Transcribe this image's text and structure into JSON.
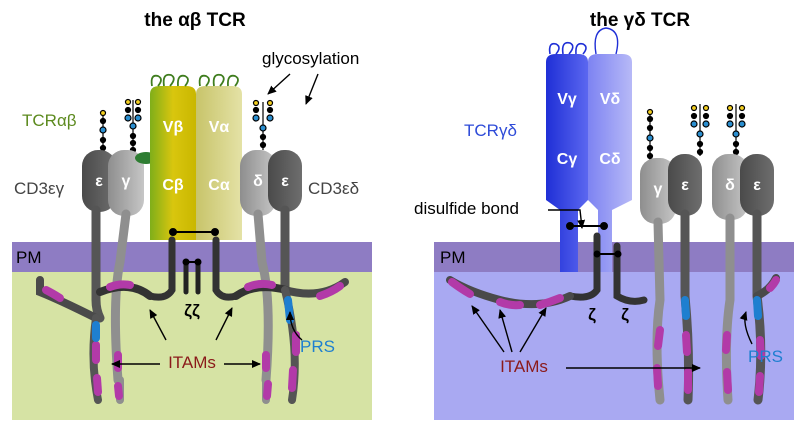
{
  "left_panel": {
    "title": "the αβ TCR",
    "tcr_label": "TCRαβ",
    "cd3_left_label": "CD3εγ",
    "cd3_right_label": "CD3εδ",
    "glyco_label": "glycosylation",
    "pm_label": "PM",
    "zeta_label": "ζζ",
    "itams_label": "ITAMs",
    "prs_label": "PRS",
    "chains": {
      "eps_left": "ε",
      "gamma": "γ",
      "v_beta": "Vβ",
      "c_beta": "Cβ",
      "v_alpha": "Vα",
      "c_alpha": "Cα",
      "delta": "δ",
      "eps_right": "ε"
    }
  },
  "right_panel": {
    "title": "the γδ TCR",
    "tcr_label": "TCRγδ",
    "disulfide_label": "disulfide bond",
    "pm_label": "PM",
    "zeta1": "ζ",
    "zeta2": "ζ",
    "itams_label": "ITAMs",
    "prs_label": "PRS",
    "chains": {
      "v_gamma": "Vγ",
      "c_gamma": "Cγ",
      "v_delta": "Vδ",
      "c_delta": "Cδ",
      "gamma": "γ",
      "eps1": "ε",
      "delta": "δ",
      "eps2": "ε"
    }
  },
  "colors": {
    "membrane": "#8E7CC3",
    "left_cytoplasm": "#D6E3A4",
    "right_cytoplasm": "#A9A9F2",
    "tcr_ab_label": "#5C8A1E",
    "tcr_gd_label": "#2E4BD8",
    "itam": "#B23AA8",
    "prs": "#1E7FD0",
    "itams_text": "#8B1A1A",
    "dark_gray": "#5A5A5A",
    "light_gray": "#A9A9A9"
  }
}
